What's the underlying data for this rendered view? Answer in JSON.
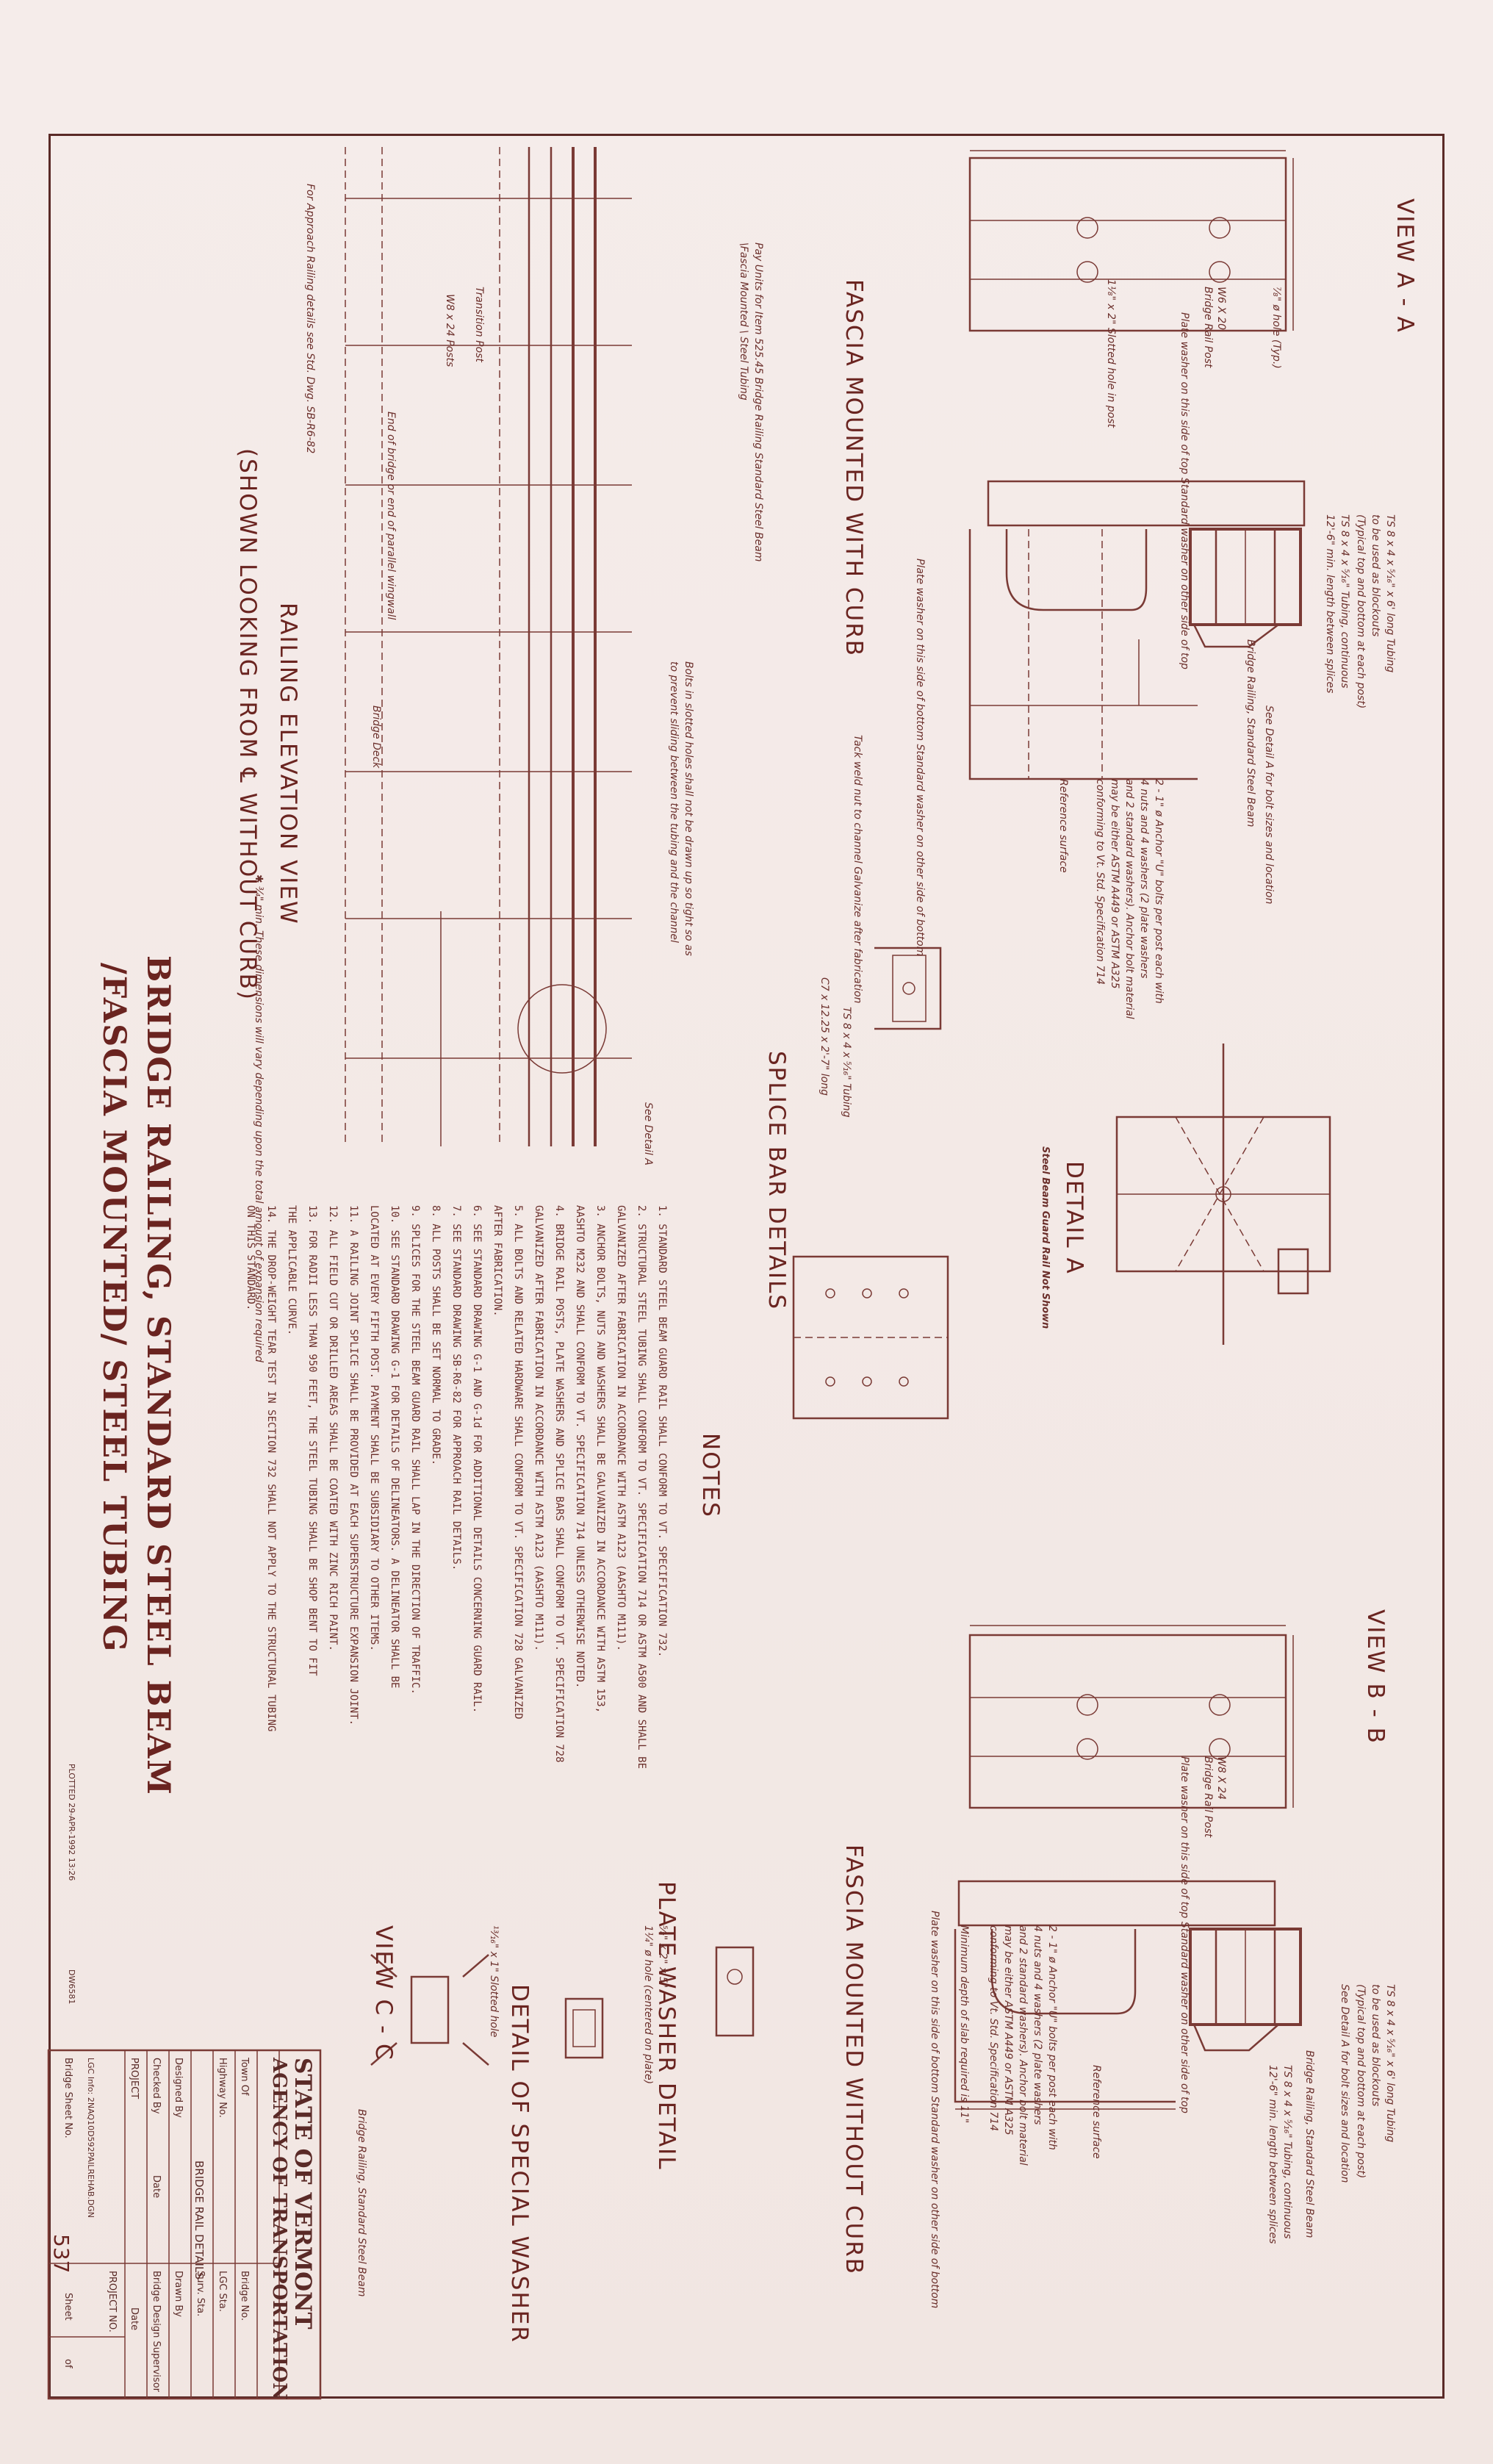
{
  "sheet": {
    "title_line1": "BRIDGE RAILING, STANDARD STEEL BEAM",
    "title_line2": "/FASCIA MOUNTED/ STEEL TUBING",
    "plotted_note": "PLOTTED 29-APR-1992 13:26",
    "dwg_code": "DW6581",
    "sheet_number_handwritten": "537"
  },
  "headings": {
    "view_aa": "VIEW A - A",
    "fascia_with_curb": "FASCIA MOUNTED WITH CURB",
    "fascia_without_curb": "FASCIA MOUNTED WITHOUT CURB",
    "view_bb": "VIEW B - B",
    "detail_a": "DETAIL A",
    "detail_a_sub": "Steel Beam Guard Rail Not Shown",
    "splice_bar": "SPLICE BAR DETAILS",
    "railing_elevation": "RAILING ELEVATION VIEW",
    "shown_looking": "(SHOWN LOOKING FROM ℄ WITHOUT CURB)",
    "notes": "NOTES",
    "plate_washer": "PLATE WASHER DETAIL",
    "special_washer": "DETAIL OF SPECIAL WASHER",
    "view_cc": "VIEW C - C"
  },
  "notes": [
    "1.  STANDARD STEEL BEAM GUARD RAIL SHALL CONFORM TO VT. SPECIFICATION 732.",
    "2.  STRUCTURAL STEEL TUBING SHALL CONFORM TO VT. SPECIFICATION 714 OR ASTM A500 AND SHALL BE",
    "    GALVANIZED AFTER FABRICATION IN ACCORDANCE WITH ASTM A123 (AASHTO M111).",
    "3.  ANCHOR BOLTS, NUTS AND WASHERS SHALL BE GALVANIZED IN ACCORDANCE WITH ASTM 153,",
    "    AASHTO M232 AND SHALL CONFORM TO VT. SPECIFICATION 714 UNLESS OTHERWISE NOTED.",
    "4.  BRIDGE RAIL POSTS, PLATE WASHERS AND SPLICE BARS SHALL CONFORM TO VT. SPECIFICATION 728",
    "    GALVANIZED AFTER FABRICATION IN ACCORDANCE WITH ASTM A123 (AASHTO M111).",
    "5.  ALL BOLTS AND RELATED HARDWARE SHALL CONFORM TO VT. SPECIFICATION 728 GALVANIZED",
    "    AFTER FABRICATION.",
    "6.  SEE STANDARD DRAWING G-1 AND G-1d FOR ADDITIONAL DETAILS CONCERNING GUARD RAIL.",
    "7.  SEE STANDARD DRAWING SB-R6-82 FOR APPROACH RAIL DETAILS.",
    "8.  ALL POSTS SHALL BE SET NORMAL TO GRADE.",
    "9.  SPLICES FOR THE STEEL BEAM GUARD RAIL SHALL LAP IN THE DIRECTION OF TRAFFIC.",
    "10. SEE STANDARD DRAWING G-1 FOR DETAILS OF DELINEATORS. A DELINEATOR SHALL BE",
    "    LOCATED AT EVERY FIFTH POST. PAYMENT SHALL BE SUBSIDIARY TO OTHER ITEMS.",
    "11. A RAILING JOINT SPLICE SHALL BE PROVIDED AT EACH SUPERSTRUCTURE EXPANSION JOINT.",
    "12. ALL FIELD CUT OR DRILLED AREAS SHALL BE COATED WITH ZINC RICH PAINT.",
    "13. FOR RADII LESS THAN 950 FEET, THE STEEL TUBING SHALL BE SHOP BENT TO FIT",
    "    THE APPLICABLE CURVE.",
    "14. THE DROP-WEIGHT TEAR TEST IN SECTION 732 SHALL NOT APPLY TO THE STRUCTURAL TUBING",
    "    ON THIS STANDARD."
  ],
  "labels": {
    "ts_tubing_blockout": "TS 8 x 4 x ⁵⁄₁₆\" x 6' long Tubing",
    "blockout_note": "to be used as blockouts",
    "blockout_note2": "(Typical top and bottom at each post)",
    "ts_continuous": "TS 8 x 4 x ⁵⁄₁₆\" Tubing, continuous",
    "min_length": "12'-6\" min. length between splices",
    "see_detail_a": "See Detail A for bolt sizes and location",
    "bridge_railing": "Bridge Railing, Standard Steel Beam",
    "reference_surface": "Reference surface",
    "anchor_bolts": "2 - 1\" ø Anchor \"U\" bolts per post each with",
    "anchor_bolts2": "4 nuts and 4 washers (2 plate washers",
    "anchor_bolts3": "and 2 standard washers). Anchor bolt material",
    "anchor_bolts4": "may be either ASTM A449 or ASTM A325",
    "anchor_bolts5": "conforming to Vt. Std. Specification 714",
    "min_depth": "Minimum depth of slab required is 11\"",
    "plate_washer_bottom": "Plate washer on this side of bottom Standard washer on other side of bottom",
    "plate_washer_top": "Plate washer on this side of top Standard washer on other side of top",
    "w6x20": "W6 X 20",
    "w8x24": "W8 X 24",
    "bridge_rail_post": "Bridge Rail Post",
    "hole_78": "⅞\" ø hole (Typ.)",
    "slotted_hole": "1⅛\" x 2\" Slotted hole in post",
    "tack_weld": "Tack weld nut to channel Galvanize after fabrication",
    "splice_bar_size": "C7 x 12.25 x 2'-7\" long",
    "ts_tubing": "TS 8 x 4 x ⁵⁄₁₆\" Tubing",
    "pay_units": "Pay Units for Item 525.45 Bridge Railing Standard Steel Beam",
    "pay_units2": "\\Fascia Mounted \\ Steel Tubing",
    "bolts_slotted": "Bolts in slotted holes shall not be drawn up so tight so as",
    "bolts_slotted2": "to prevent sliding between the tubing and the channel",
    "transition_post": "Transition Post",
    "w8x24_posts": "W8 x 24 Posts",
    "end_of_bridge": "End of bridge or end of parallel wingwall",
    "approach_railing": "For Approach Railing details see Std. Dwg. SB-R6-82",
    "bridge_deck": "Bridge Deck",
    "see_detail_a_short": "See Detail A",
    "expansion_note": "✱ ¾\" min. These dimensions will vary depending upon the total amount of expansion required",
    "plate_washer_size": "⅝\" x 2\" x 5\"",
    "plate_washer_hole": "1¼\" ø hole (centered on plate)",
    "special_slotted": "¹³⁄₁₆\" x 1\" Slotted hole",
    "bridge_railing_short": "Bridge Railing, Standard Steel Beam"
  },
  "title_block": {
    "state": "STATE OF VERMONT",
    "agency": "AGENCY OF TRANSPORTATION",
    "town_of": "Town Of",
    "highway_no": "Highway No.",
    "project_title": "BRIDGE RAIL DETAILS",
    "bridge_no": "Bridge No.",
    "lgc_sta": "LGC Sta.",
    "surv_sta": "Surv. Sta.",
    "designed_by": "Designed By",
    "drawn_by": "Drawn By",
    "checked_by": "Checked By",
    "date": "Date",
    "bridge_design_supervisor": "Bridge Design Supervisor",
    "project": "PROJECT",
    "project_no": "PROJECT NO.",
    "lgc_info": "LGC Info: 2NAQ10D592PAILREHAB.DGN",
    "bridge_sheet_no": "Bridge Sheet No.",
    "sheet": "Sheet",
    "of": "of"
  }
}
